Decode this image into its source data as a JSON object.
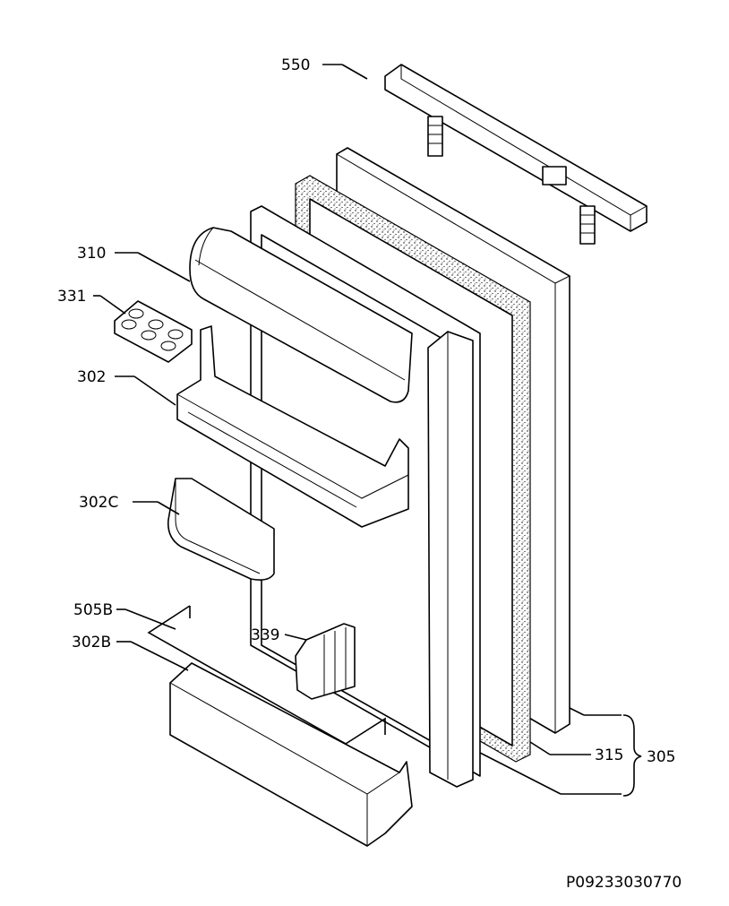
{
  "labels": {
    "p550": "550",
    "p310": "310",
    "p331": "331",
    "p302": "302",
    "p302c": "302C",
    "p505b": "505B",
    "p302b": "302B",
    "p339": "339",
    "p315": "315",
    "p305": "305"
  },
  "drawing_code": "P09233030770"
}
